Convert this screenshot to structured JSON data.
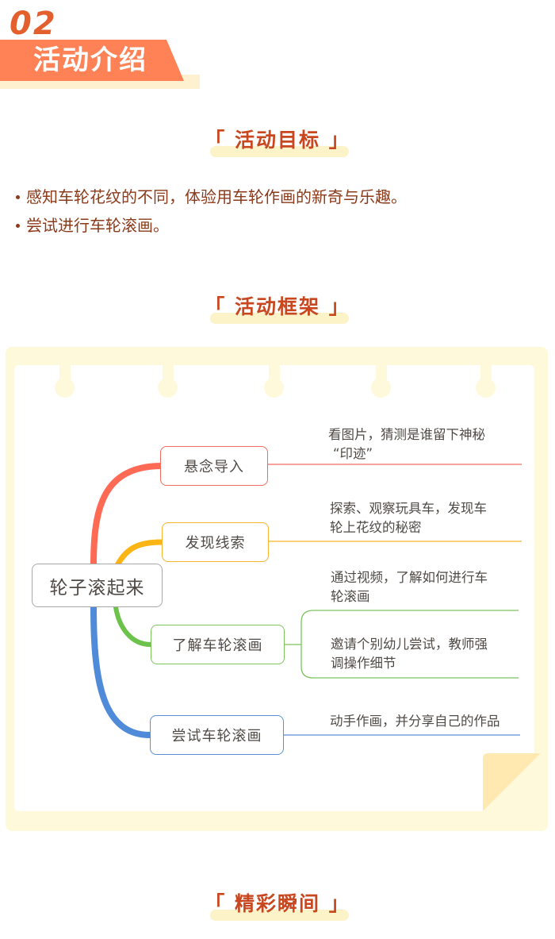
{
  "section": {
    "number": "02",
    "title": "活动介绍"
  },
  "goals_section": {
    "heading": "「 活动目标 」",
    "items": [
      "感知车轮花纹的不同，体验用车轮作画的新奇与乐趣。",
      "尝试进行车轮滚画。"
    ]
  },
  "framework_section": {
    "heading": "「 活动框架 」",
    "mindmap": {
      "root": "轮子滚起来",
      "branches": [
        {
          "label": "悬念导入",
          "color": "#f06a60",
          "details": [
            "看图片，猜测是谁留下神秘",
            "“印迹”"
          ]
        },
        {
          "label": "发现线索",
          "color": "#f7b42c",
          "details": [
            "探索、观察玩具车，发现车",
            "轮上花纹的秘密"
          ]
        },
        {
          "label": "了解车轮滚画",
          "color": "#7cc35c",
          "details_a": [
            "通过视频，了解如何进行车",
            "轮滚画"
          ],
          "details_b": [
            "邀请个别幼儿尝试，教师强",
            "调操作细节"
          ]
        },
        {
          "label": "尝试车轮滚画",
          "color": "#5a8fd6",
          "details": [
            "动手作画，并分享自己的作品"
          ]
        }
      ]
    }
  },
  "highlights_section": {
    "heading": "「 精彩瞬间 」"
  },
  "colors": {
    "accent_orange": "#ff8256",
    "number_orange": "#e35f2e",
    "heading_red": "#c9471f",
    "body_brown": "#8b3a1a",
    "card_cream": "#fff9dc"
  }
}
